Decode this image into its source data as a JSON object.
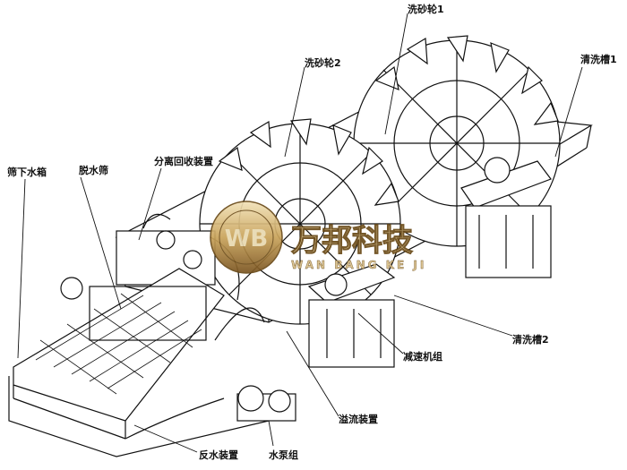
{
  "labels": {
    "wheel1": "洗砂轮1",
    "wheel2": "洗砂轮2",
    "tank1": "清洗槽1",
    "recycling": "分离回收装置",
    "undertank": "筛下水箱",
    "dewater": "脱水筛",
    "tank2": "清洗槽2",
    "reducer": "减速机组",
    "overflow": "溢流装置",
    "backwater": "反水装置",
    "pump": "水泵组"
  },
  "watermark": {
    "logo_letters": "WB",
    "name_cn": "万邦科技",
    "name_en": "WAN BANG KE JI"
  }
}
